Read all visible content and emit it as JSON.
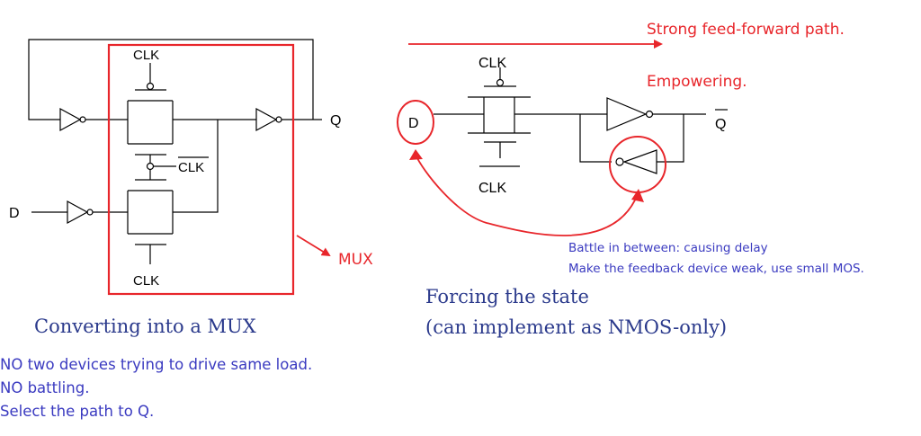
{
  "left_circuit": {
    "clk_top": "CLK",
    "clk_bar": "CLK",
    "clk_bottom": "CLK",
    "input_d": "D",
    "output_q": "Q",
    "mux_label": "MUX",
    "caption": "Converting into a MUX"
  },
  "right_circuit": {
    "feedforward_text": "Strong feed-forward path.",
    "empowering_text": "Empowering.",
    "clk_top": "CLK",
    "clk_bottom": "CLK",
    "input_d": "D",
    "output_q": "Q",
    "battle_text": "Battle in between: causing delay",
    "weak_text": "Make the feedback device weak, use small MOS.",
    "caption_line1": "Forcing the state",
    "caption_line2": "(can implement as NMOS-only)"
  },
  "notes": [
    "NO two devices trying to drive same load.",
    "NO battling.",
    "Select the path to Q."
  ],
  "colors": {
    "annotation_red": "#e8262b",
    "note_blue": "#3a3ac0",
    "caption_navy": "#2b3a8c"
  }
}
